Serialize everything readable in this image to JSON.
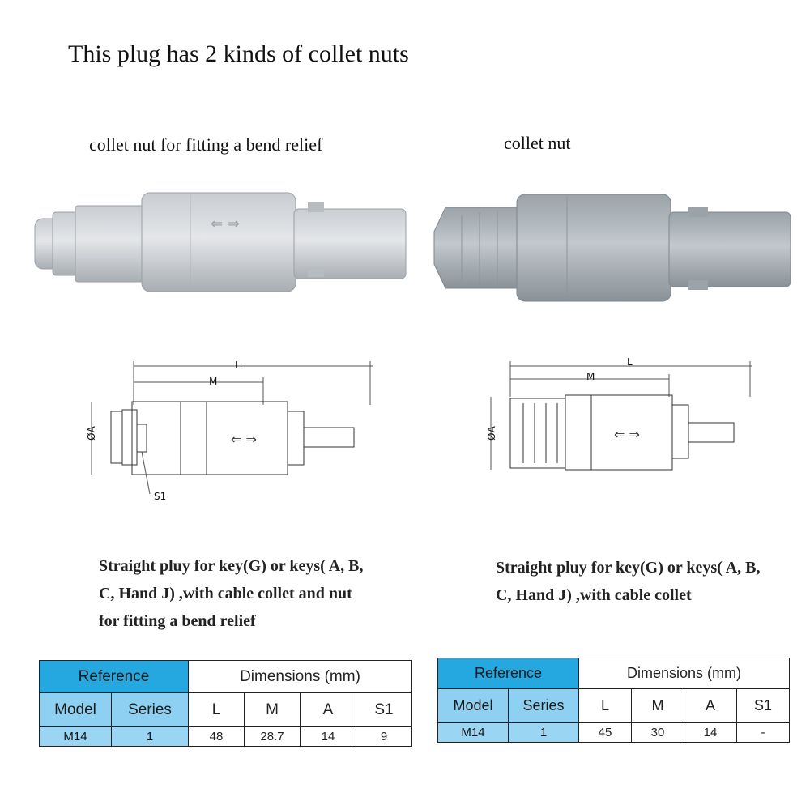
{
  "title": "This plug has 2 kinds of collet nuts",
  "left": {
    "subtitle": "collet nut for fitting  a bend relief",
    "drawing": {
      "label_L": "L",
      "label_M": "M",
      "label_A": "ØA",
      "label_S1": "S1"
    },
    "caption_lines": [
      "Straight pluy for key(G) or keys( A, B,",
      "C, Hand J) ,with cable collet and nut",
      "for fitting a bend relief"
    ],
    "table": {
      "ref_header": "Reference",
      "dim_header": "Dimensions (mm)",
      "cols": [
        "Model",
        "Series",
        "L",
        "M",
        "A",
        "S1"
      ],
      "row": [
        "M14",
        "1",
        "48",
        "28.7",
        "14",
        "9"
      ]
    }
  },
  "right": {
    "subtitle": "collet nut",
    "drawing": {
      "label_L": "L",
      "label_M": "M",
      "label_A": "ØA"
    },
    "caption_lines": [
      "Straight pluy for key(G) or keys( A, B,",
      "C, Hand J) ,with cable collet"
    ],
    "table": {
      "ref_header": "Reference",
      "dim_header": "Dimensions (mm)",
      "cols": [
        "Model",
        "Series",
        "L",
        "M",
        "A",
        "S1"
      ],
      "row": [
        "M14",
        "1",
        "45",
        "30",
        "14",
        "-"
      ]
    }
  },
  "colors": {
    "ref_blue": "#25a7e0",
    "sub_blue": "#8ed0f2",
    "plug_gray": "#b9bec2"
  }
}
